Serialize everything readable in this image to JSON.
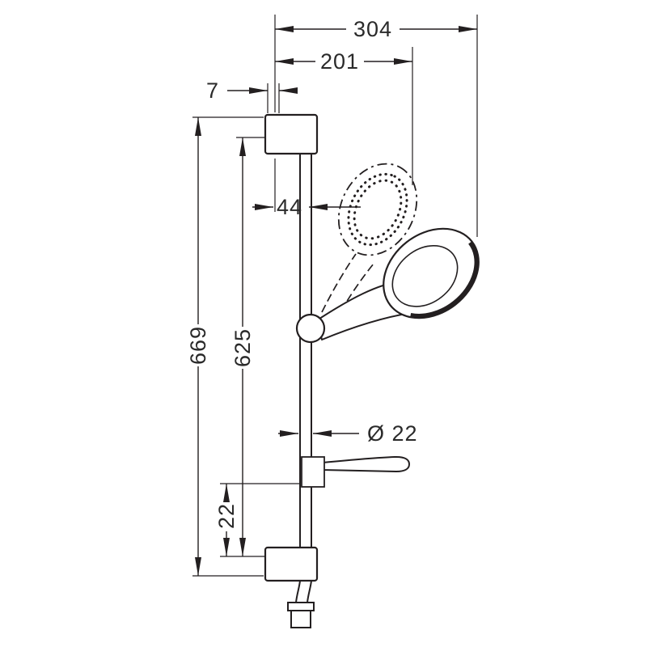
{
  "page": {
    "background": "#ffffff",
    "ink": "#231f20"
  },
  "drawing": {
    "labels": {
      "width_overall": "304",
      "width_upper": "201",
      "offset_top": "7",
      "offset_rail": "44",
      "height_overall": "669",
      "height_rail": "625",
      "diameter_rail": "Ø 22",
      "offset_bottom": "22"
    }
  }
}
